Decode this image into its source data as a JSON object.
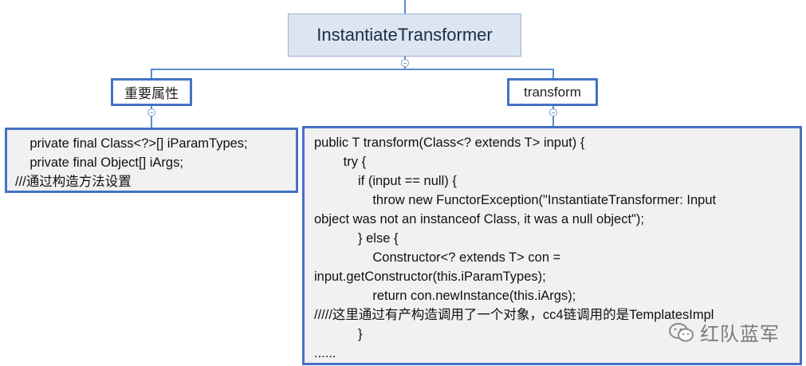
{
  "root": {
    "label": "InstantiateTransformer"
  },
  "branches": [
    {
      "label": "重要属性"
    },
    {
      "label": "transform"
    }
  ],
  "left_note": {
    "lines": [
      "    private final Class<?>[] iParamTypes;",
      "    private final Object[] iArgs;",
      "///通过构造方法设置"
    ]
  },
  "right_note": {
    "lines": [
      "public T transform(Class<? extends T> input) {",
      "        try {",
      "            if (input == null) {",
      "                throw new FunctorException(\"InstantiateTransformer: Input",
      "object was not an instanceof Class, it was a null object\");",
      "            } else {",
      "                Constructor<? extends T> con =",
      "input.getConstructor(this.iParamTypes);",
      "                return con.newInstance(this.iArgs);",
      "/////这里通过有产构造调用了一个对象，cc4链调用的是TemplatesImpl",
      "            }",
      "......"
    ]
  },
  "watermark": {
    "text": "红队蓝军"
  }
}
